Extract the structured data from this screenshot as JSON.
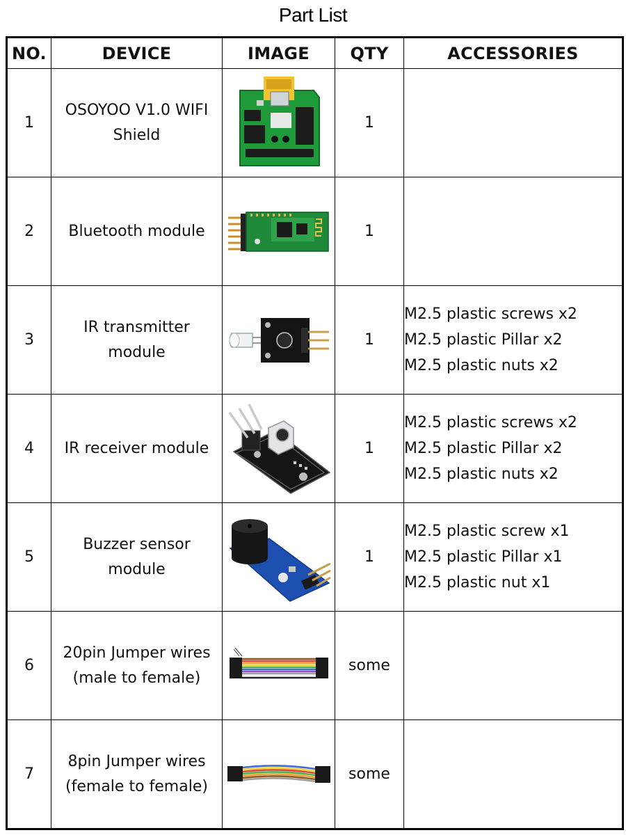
{
  "title": "Part List",
  "headers": {
    "no": "NO.",
    "device": "DEVICE",
    "image": "IMAGE",
    "qty": "QTY",
    "accessories": "ACCESSORIES"
  },
  "rows": [
    {
      "no": "1",
      "device": [
        "OSOYOO V1.0 WIFI",
        "Shield"
      ],
      "qty": "1",
      "accessories": []
    },
    {
      "no": "2",
      "device": [
        "Bluetooth module"
      ],
      "qty": "1",
      "accessories": []
    },
    {
      "no": "3",
      "device": [
        "IR transmitter",
        "module"
      ],
      "qty": "1",
      "accessories": [
        "M2.5 plastic screws x2",
        "M2.5 plastic Pillar x2",
        "M2.5 plastic nuts x2"
      ]
    },
    {
      "no": "4",
      "device": [
        "IR receiver module"
      ],
      "qty": "1",
      "accessories": [
        "M2.5 plastic screws x2",
        "M2.5 plastic Pillar x2",
        "M2.5 plastic nuts x2"
      ]
    },
    {
      "no": "5",
      "device": [
        "Buzzer sensor",
        "module"
      ],
      "qty": "1",
      "accessories": [
        "M2.5 plastic screw x1",
        "M2.5 plastic Pillar x1",
        "M2.5 plastic nut x1"
      ]
    },
    {
      "no": "6",
      "device": [
        "20pin Jumper wires",
        "(male to female)"
      ],
      "qty": "some",
      "accessories": []
    },
    {
      "no": "7",
      "device": [
        "8pin Jumper wires",
        "(female to female)"
      ],
      "qty": "some",
      "accessories": []
    }
  ],
  "images": [
    {
      "icon": "wifi-shield-icon",
      "color": "#1f9a3a"
    },
    {
      "icon": "bluetooth-module-icon",
      "color": "#1f8a3a"
    },
    {
      "icon": "ir-transmitter-icon",
      "color": "#111111"
    },
    {
      "icon": "ir-receiver-icon",
      "color": "#111111"
    },
    {
      "icon": "buzzer-module-icon",
      "color": "#1d4fb0"
    },
    {
      "icon": "jumper-wires-icon",
      "color": "#e0453a"
    },
    {
      "icon": "jumper-wires-icon",
      "color": "#f0a030"
    }
  ]
}
